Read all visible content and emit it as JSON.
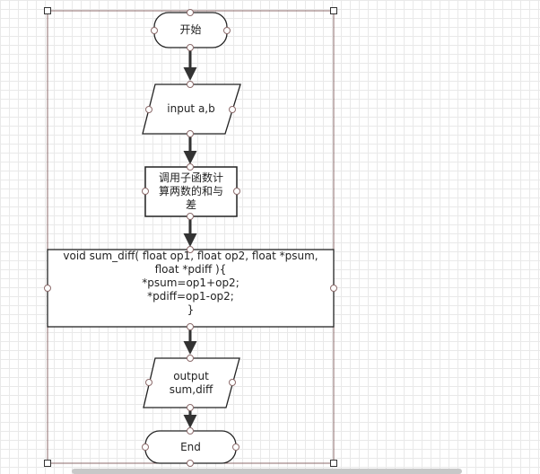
{
  "flowchart": {
    "nodes": [
      {
        "id": "start",
        "shape": "terminal",
        "text": "开始"
      },
      {
        "id": "input",
        "shape": "parallelogram",
        "text": "input  a,b"
      },
      {
        "id": "call",
        "shape": "process",
        "text": "调用子函数计\n算两数的和与\n差"
      },
      {
        "id": "func",
        "shape": "process",
        "text": "void sum_diff( float op1, float op2, float *psum,\nfloat *pdiff ){\n*psum=op1+op2;\n*pdiff=op1-op2;\n}"
      },
      {
        "id": "output",
        "shape": "parallelogram",
        "text": "output\nsum,diff"
      },
      {
        "id": "end",
        "shape": "terminal",
        "text": "End"
      }
    ],
    "edges": [
      {
        "from": "start",
        "to": "input"
      },
      {
        "from": "input",
        "to": "call"
      },
      {
        "from": "call",
        "to": "func"
      },
      {
        "from": "func",
        "to": "output"
      },
      {
        "from": "output",
        "to": "end"
      }
    ],
    "colors": {
      "stroke": "#222222",
      "arrow": "#333333",
      "selection": "#8c6b6b",
      "grid": "#e9e9e9"
    }
  }
}
